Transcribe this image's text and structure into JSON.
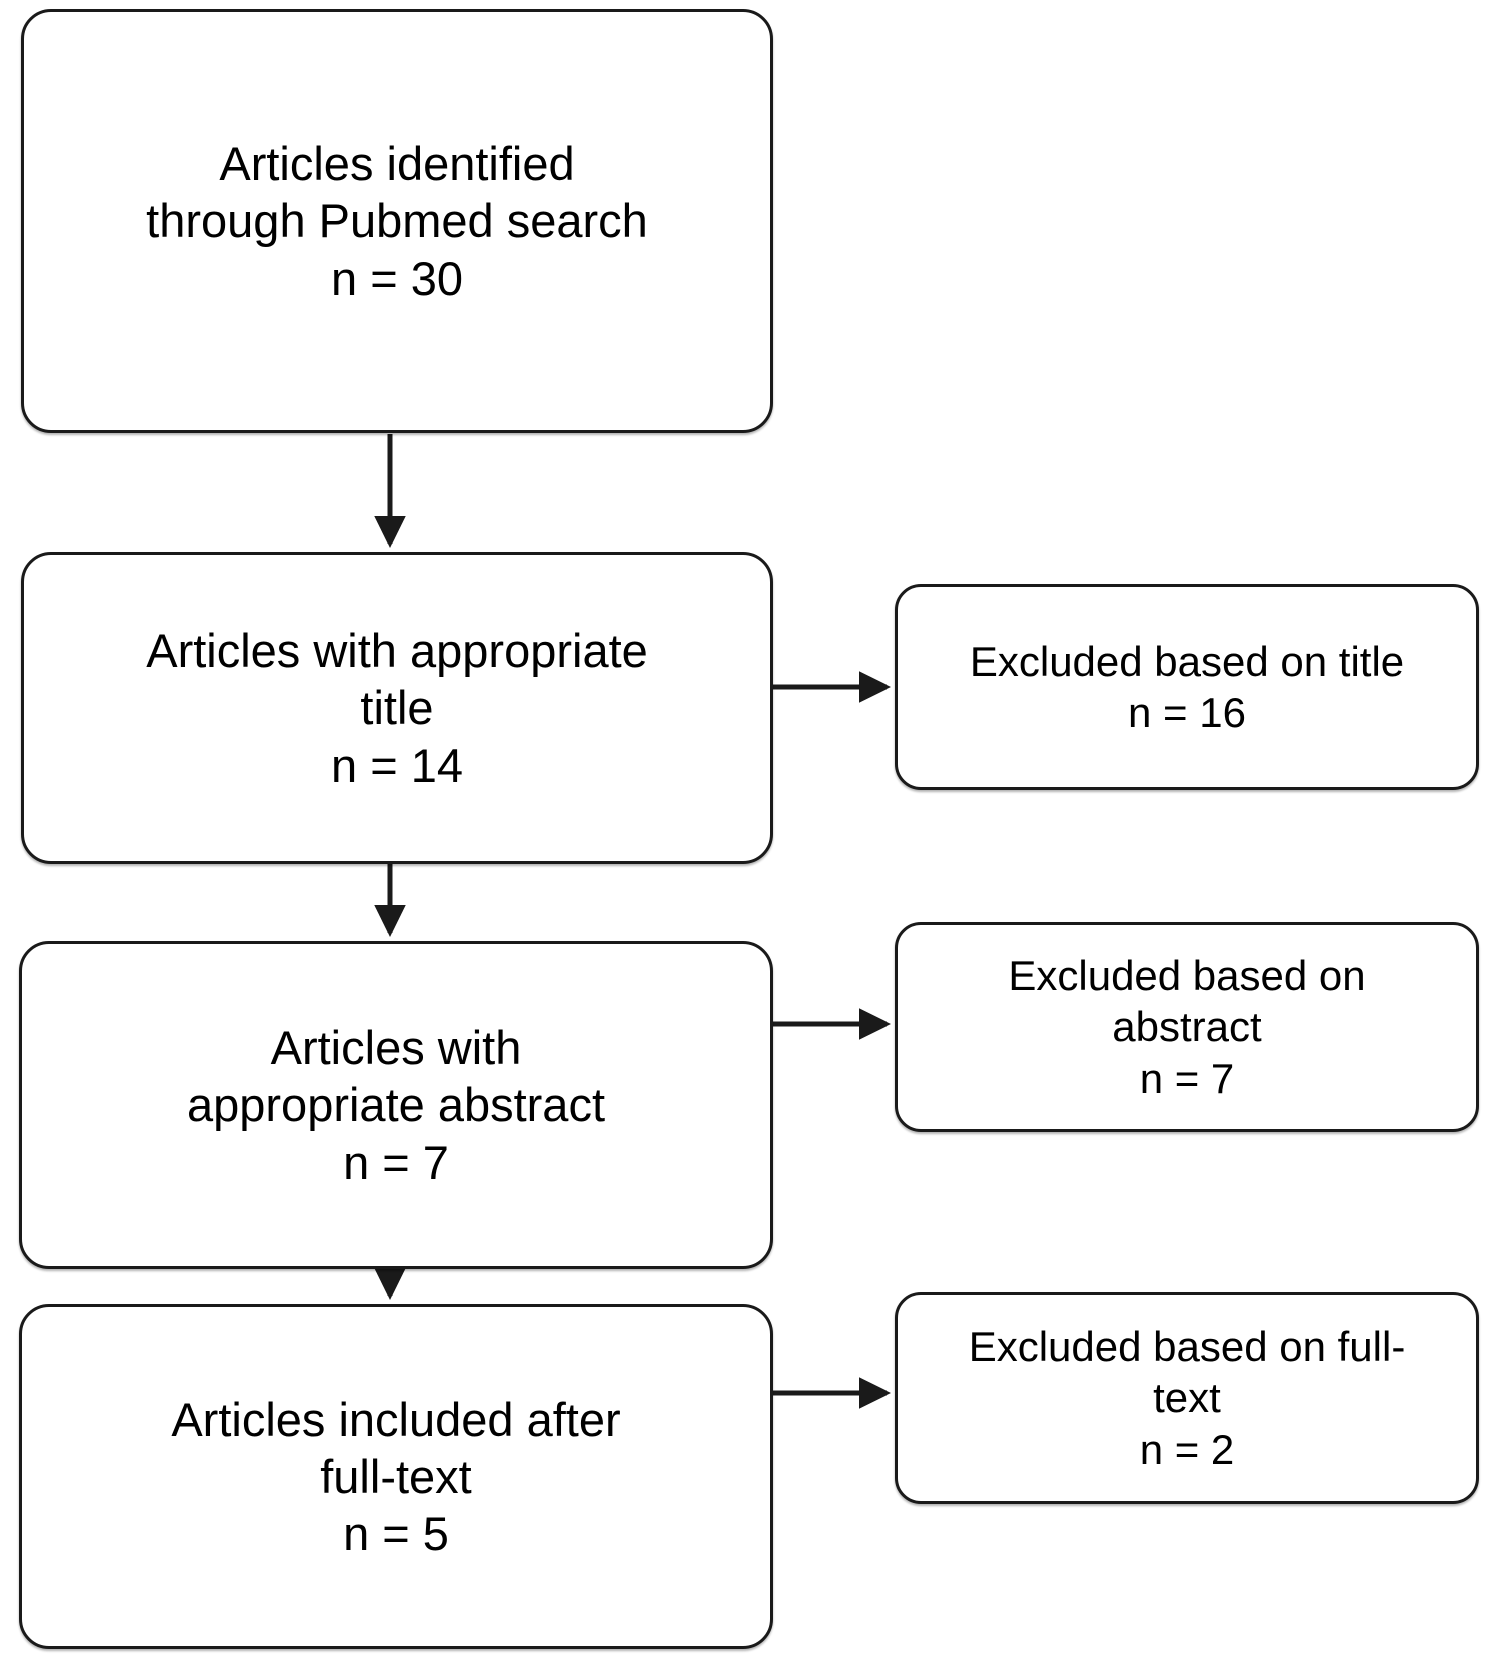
{
  "diagram": {
    "type": "prisma-flowchart",
    "orientation": "vertical",
    "background_color": "#ffffff",
    "stroke_color": "#1a1a1a",
    "text_color": "#000000",
    "nodes": {
      "identified": {
        "label": "Articles identified\nthrough Pubmed search\nn = 30",
        "count_label": "n = 30",
        "count": 30
      },
      "title": {
        "label": "Articles with appropriate\ntitle\nn = 14",
        "count_label": "n = 14",
        "count": 14
      },
      "abstract": {
        "label": "Articles with\nappropriate abstract\nn = 7",
        "count_label": "n = 7",
        "count": 7
      },
      "fulltext": {
        "label": "Articles included after\nfull-text\nn = 5",
        "count_label": "n = 5",
        "count": 5
      },
      "excluded_title": {
        "label": "Excluded based on title\nn = 16",
        "count_label": "n = 16",
        "count": 16
      },
      "excluded_abstract": {
        "label": "Excluded based on\nabstract\nn = 7",
        "count_label": "n = 7",
        "count": 7
      },
      "excluded_fulltext": {
        "label": "Excluded based on full-\ntext\nn = 2",
        "count_label": "n = 2",
        "count": 2
      }
    },
    "edges": [
      {
        "from": "identified",
        "to": "title",
        "direction": "down",
        "arrow_icon": "arrow-down-icon"
      },
      {
        "from": "title",
        "to": "abstract",
        "direction": "down",
        "arrow_icon": "arrow-down-icon"
      },
      {
        "from": "abstract",
        "to": "fulltext",
        "direction": "down",
        "arrow_icon": "arrow-down-icon"
      },
      {
        "from": "title",
        "to": "excluded_title",
        "direction": "right",
        "arrow_icon": "arrow-right-icon"
      },
      {
        "from": "abstract",
        "to": "excluded_abstract",
        "direction": "right",
        "arrow_icon": "arrow-right-icon"
      },
      {
        "from": "fulltext",
        "to": "excluded_fulltext",
        "direction": "right",
        "arrow_icon": "arrow-right-icon"
      }
    ]
  }
}
